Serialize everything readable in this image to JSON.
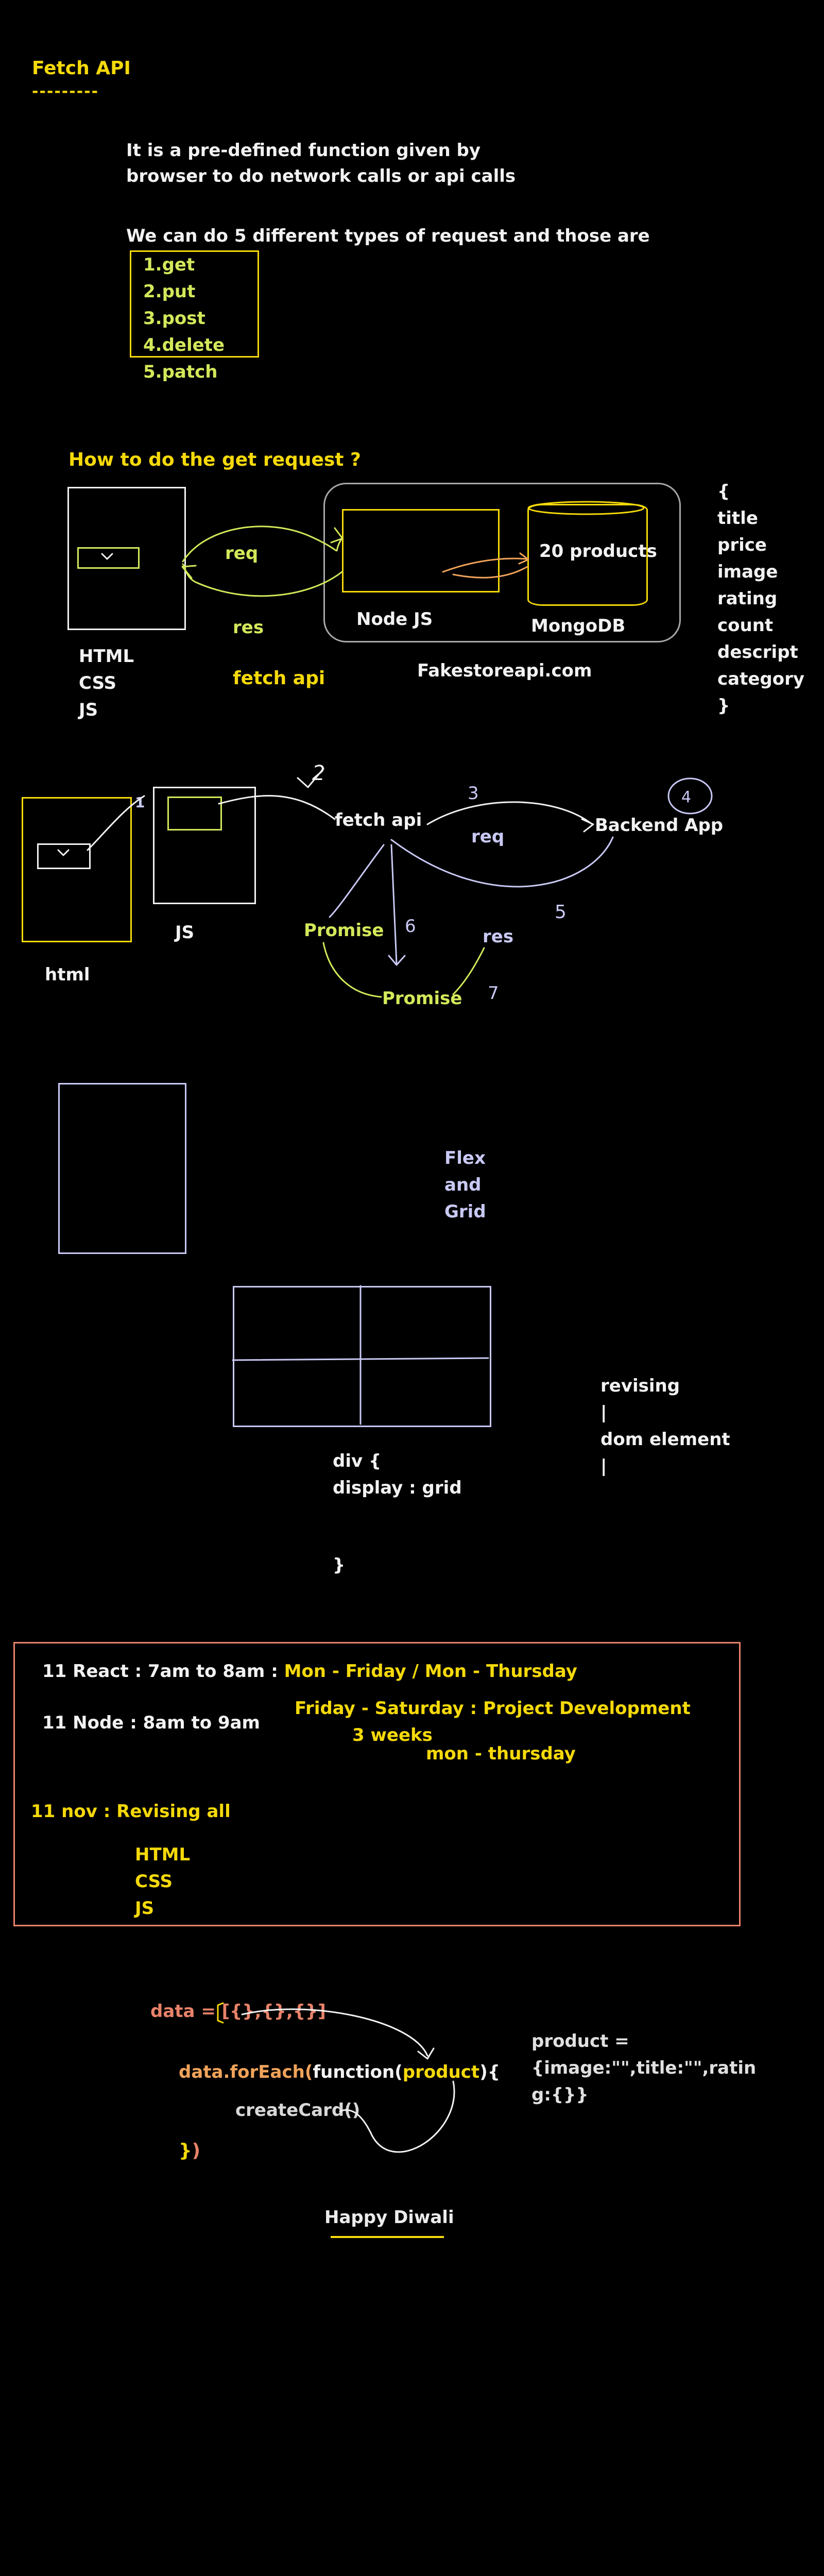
{
  "colors": {
    "white": "#f2f2f2",
    "yellow": "#f5d90a",
    "green": "#d4e85a",
    "lilac": "#c9c9f5",
    "orange": "#f0a35a",
    "salmon": "#e8826a"
  },
  "section1": {
    "title": "Fetch API",
    "underline": "---------",
    "desc_line1": "It is a pre-defined function given by",
    "desc_line2": "browser to do network calls or api calls",
    "types_intro": "We can do 5 different types of request and those are",
    "types": [
      "1.get",
      "2.put",
      "3.post",
      "4.delete",
      "5.patch"
    ]
  },
  "section2": {
    "question": "How to do the get request ?",
    "req": "req",
    "res": "res",
    "fetch_api": "fetch api",
    "html_stack": [
      "HTML",
      "CSS",
      "JS"
    ],
    "node_js": "Node JS",
    "products": "20 products",
    "mongodb": "MongoDB",
    "site": "Fakestoreapi.com",
    "fields": [
      "{",
      "title",
      "price",
      "image",
      "rating",
      "count",
      "descript",
      "category",
      "}"
    ]
  },
  "section3": {
    "js": "JS",
    "html": "html",
    "fetch_api": "fetch api",
    "req": "req",
    "res": "res",
    "backend": "Backend App",
    "promise1": "Promise",
    "promise2": "Promise",
    "n1": "1",
    "n2": "2",
    "n3": "3",
    "n4": "4",
    "n5": "5",
    "n6": "6",
    "n7": "7"
  },
  "section4": {
    "flex_grid": [
      "Flex",
      "and",
      "Grid"
    ],
    "code_line1": "div {",
    "code_line2": "display : grid",
    "code_line3": "}",
    "revising": [
      "revising",
      "|",
      "dom element",
      "|"
    ]
  },
  "section5": {
    "react_label": "11 React : 7am to 8am : ",
    "react_days": "Mon - Friday / Mon - Thursday",
    "node_label": "11 Node : 8am to 9am",
    "project": "Friday - Saturday : Project Development",
    "weeks": "3 weeks",
    "mon_thu": "mon - thursday",
    "nov": "11 nov : Revising all",
    "stack": [
      "HTML",
      "CSS",
      "JS"
    ]
  },
  "section6": {
    "data_line": "data = [{},{},{}]",
    "foreach_a": "data.forEach(",
    "foreach_b": "function(",
    "foreach_c": "product",
    "foreach_d": "){",
    "create_card": "createCard()",
    "closing_a": "}",
    "closing_b": ")",
    "product_line1": "product =",
    "product_line2": "{image:\"\",title:\"\",ratin",
    "product_line3": "g:{}}",
    "greeting": "Happy Diwali"
  }
}
